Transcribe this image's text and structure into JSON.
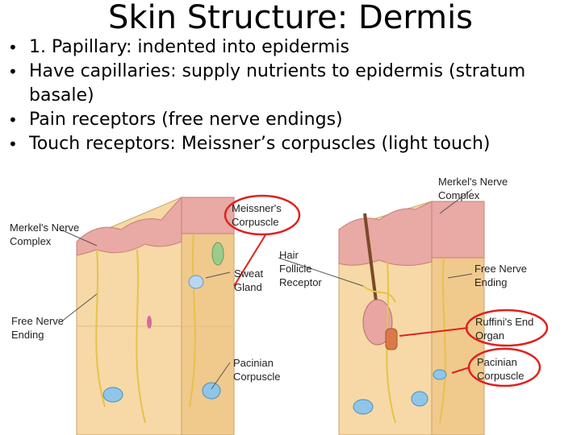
{
  "slide": {
    "title": "Skin Structure: Dermis",
    "bullets": [
      "1. Papillary: indented into epidermis",
      "Have capillaries: supply nutrients to epidermis (stratum basale)",
      "Pain receptors (free nerve endings)",
      "Touch receptors: Meissner’s corpuscles (light touch)"
    ]
  },
  "figure": {
    "labels": {
      "merkel_left": "Merkel's Nerve\nComplex",
      "free_nerve_left": "Free Nerve\nEnding",
      "meissner": "Meissner's\nCorpuscle",
      "sweat_gland": "Sweat\nGland",
      "pacinian_center": "Pacinian\nCorpuscle",
      "hair_follicle": "Hair\nFollicle\nReceptor",
      "merkel_right": "Merkel's Nerve\nComplex",
      "free_nerve_right": "Free Nerve\nEnding",
      "ruffini": "Ruffini's End\nOrgan",
      "pacinian_right": "Pacinian\nCorpuscle"
    },
    "colors": {
      "epidermis": "#e9a9a4",
      "dermis": "#f6d9a6",
      "hypodermis": "#f4d7a0",
      "nerve": "#e7c24a",
      "highlight": "#e02020"
    }
  }
}
